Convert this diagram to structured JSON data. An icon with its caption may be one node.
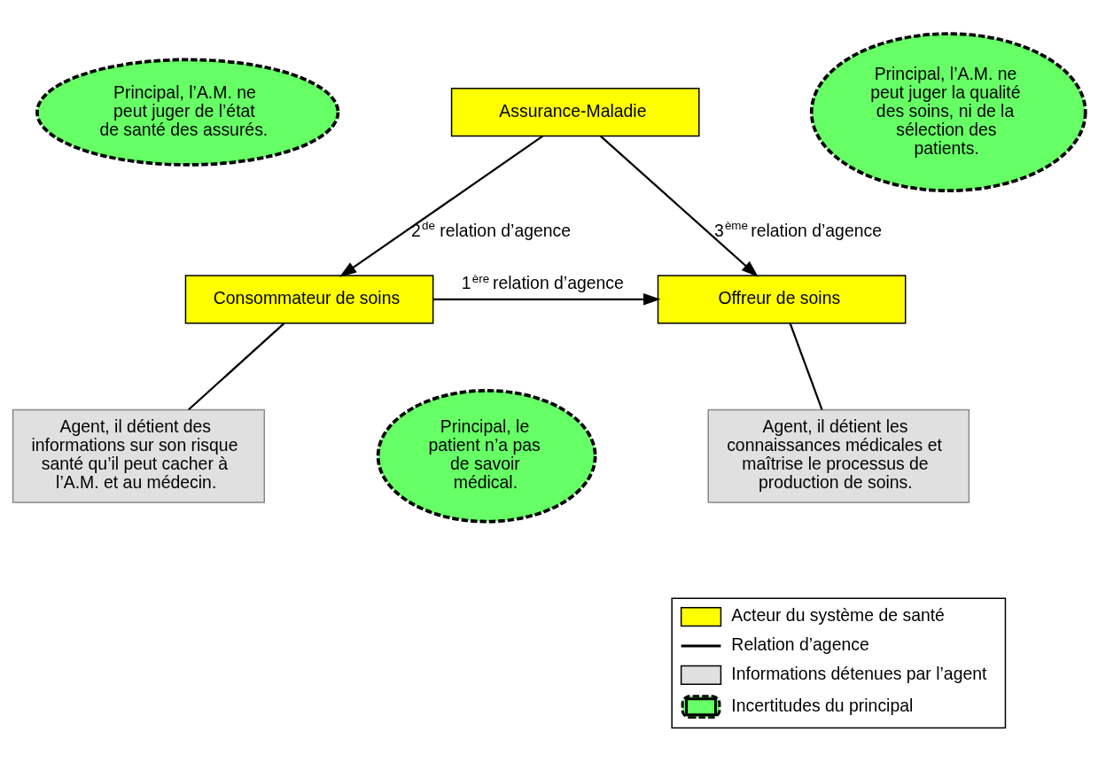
{
  "diagram": {
    "nodes": [
      {
        "text": [
          "Assurance-Maladie"
        ]
      },
      {
        "text": [
          "Consommateur de soins"
        ]
      },
      {
        "text": [
          "Offreur de soins"
        ]
      },
      {
        "text": [
          "Principal, l’A.M. ne peut juger de l’état de santé des assurés."
        ]
      },
      {
        "text": [
          "Principal, l’A.M. ne peut juger la qualité des soins, ni de la sélection des patients."
        ]
      },
      {
        "text": [
          "Agent, il détient des informations sur son risque santé qu’il peut cacher à l’A.M. et au médecin."
        ]
      },
      {
        "text": [
          "Agent, il détient les connaissances médicales et maîtrise le processus de production de soins."
        ]
      },
      {
        "text": [
          "Principal, le patient n’a pas de savoir médical."
        ]
      }
    ],
    "edges": [
      {
        "from": 0,
        "to": 1,
        "arrow": "to",
        "label": "2$^{de}$ relation d’agence"
      },
      {
        "from": 0,
        "to": 2,
        "arrow": "to",
        "label": "3$^{ème}$ relation d’agence"
      },
      {
        "from": 1,
        "to": 2,
        "arrow": "to",
        "label": "1$^{ère}$ relation d’agence"
      },
      {
        "from": 1,
        "to": 5,
        "arrow": "none"
      },
      {
        "from": 2,
        "to": 6,
        "arrow": "none"
      }
    ],
    "legend": [
      {
        "text": "Acteur du système de santé",
        "color": "#ffff00"
      },
      {
        "text": "Relation d’agence"
      },
      {
        "text": "Informations détenues par l’agent",
        "color": "#e0e0e0"
      },
      {
        "text": "Incertitudes du principal"
      }
    ]
  }
}
